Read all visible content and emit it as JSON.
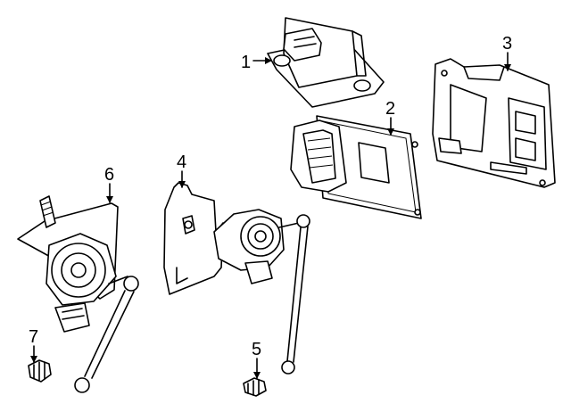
{
  "parts": [
    {
      "id": "part-1",
      "callout": "1"
    },
    {
      "id": "part-2",
      "callout": "2"
    },
    {
      "id": "part-3",
      "callout": "3"
    },
    {
      "id": "part-4",
      "callout": "4"
    },
    {
      "id": "part-5",
      "callout": "5"
    },
    {
      "id": "part-6",
      "callout": "6"
    },
    {
      "id": "part-7",
      "callout": "7"
    }
  ]
}
